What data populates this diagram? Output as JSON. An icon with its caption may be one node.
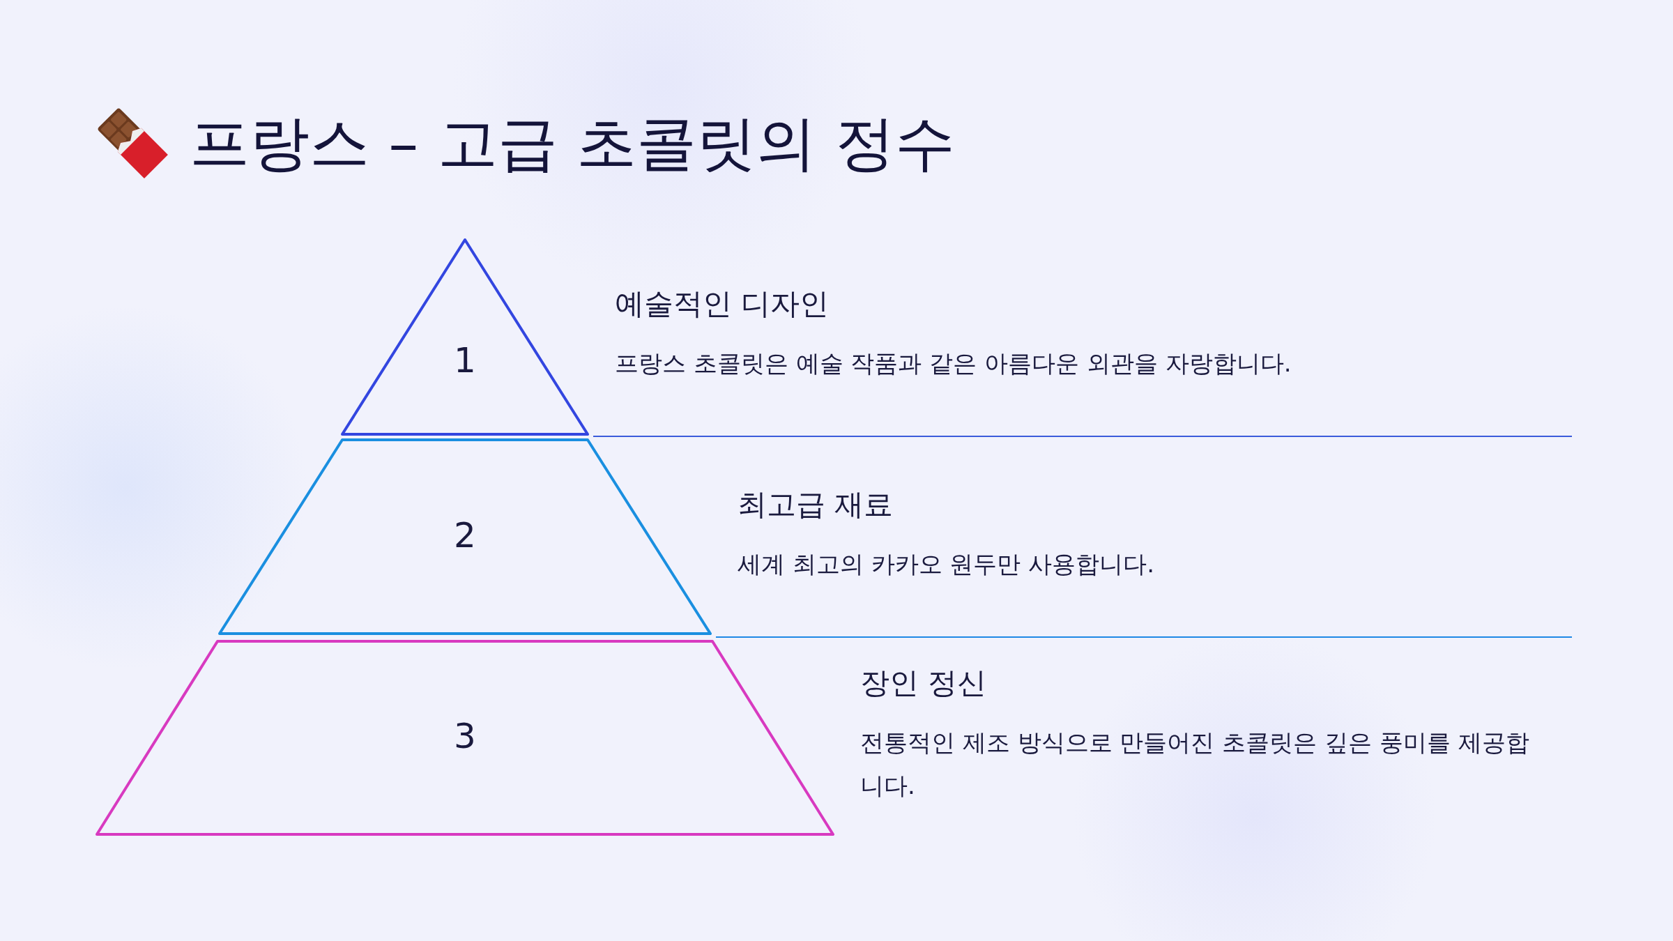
{
  "diagram": {
    "title": "프랑스 – 고급 초콜릿의 정수",
    "nodes": [
      {
        "text": [
          "1"
        ],
        "beside": [
          "예술적인 디자인",
          "프랑스 초콜릿은 예술 작품과 같은 아름다운 외관을 자랑합니다."
        ]
      },
      {
        "text": [
          "2"
        ],
        "beside": [
          "최고급 재료",
          "세계 최고의 카카오 원두만 사용합니다."
        ]
      },
      {
        "text": [
          "3"
        ],
        "beside": [
          "장인 정신",
          "전통적인 제조 방식으로 만들어진 초콜릿은 깊은 풍미를 제공합니다."
        ]
      }
    ]
  }
}
